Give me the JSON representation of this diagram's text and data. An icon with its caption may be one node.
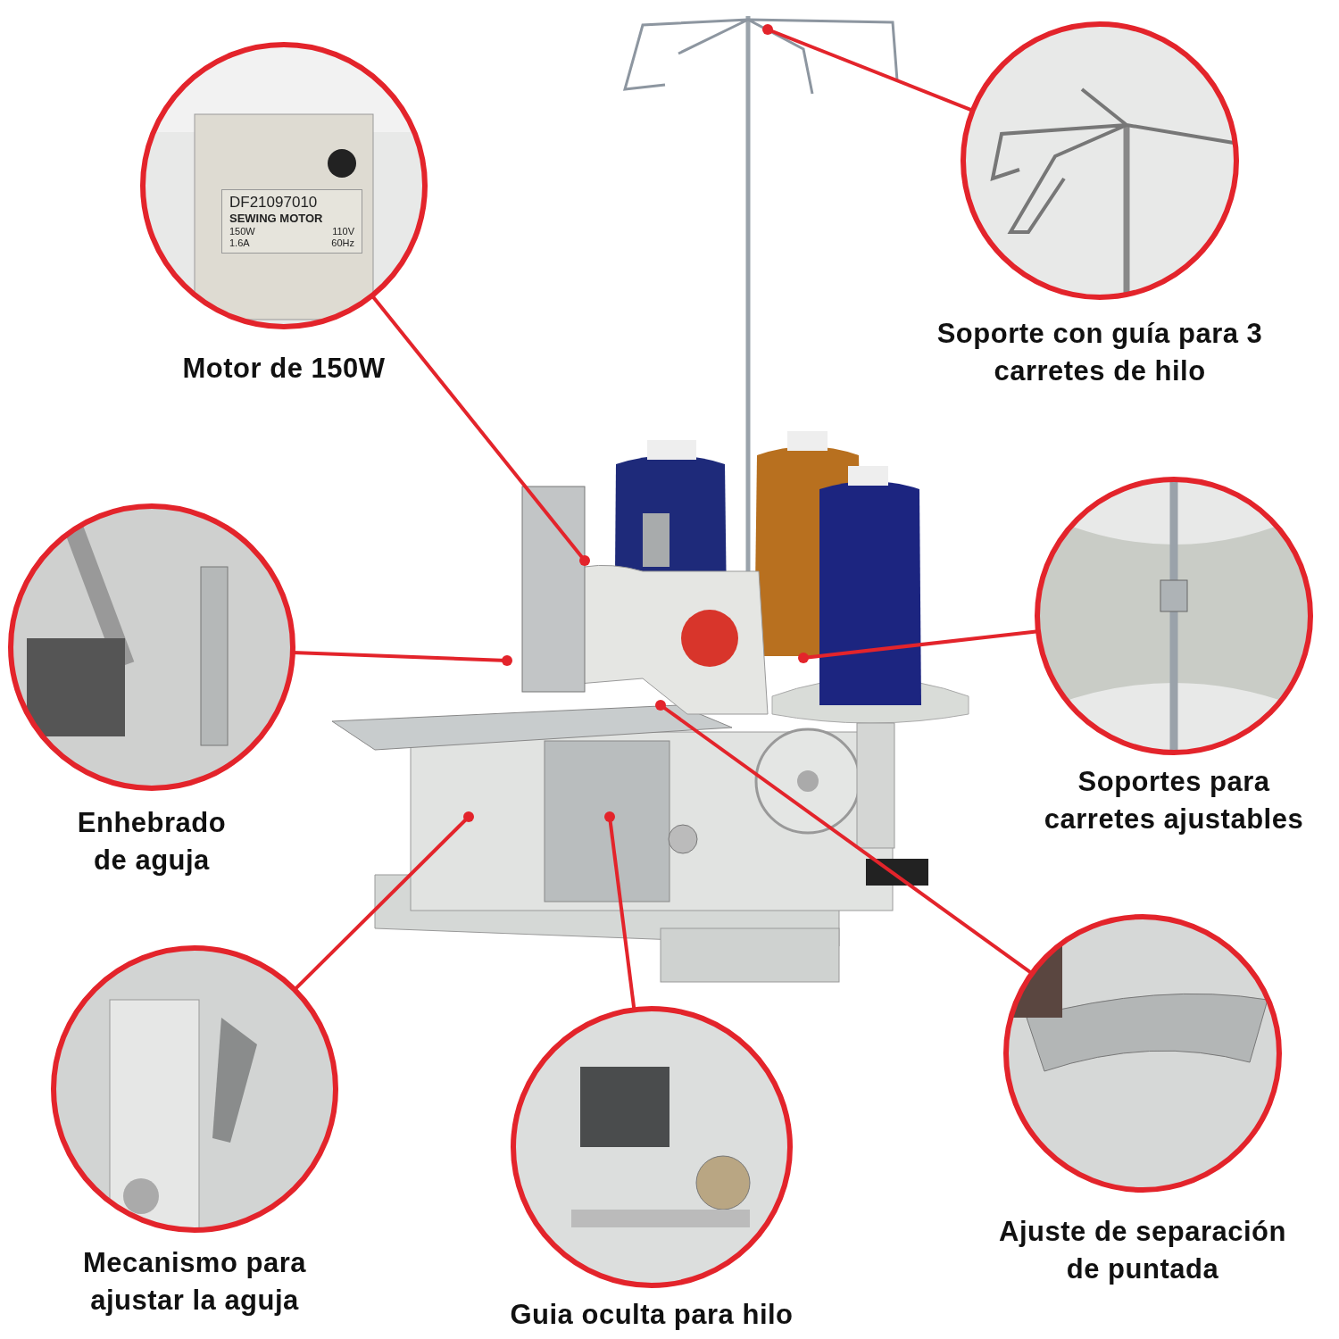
{
  "diagram": {
    "nodes": [
      {
        "text": [],
        "shape": "picture"
      },
      {
        "text": [
          "Motor de 150W"
        ]
      },
      {
        "text": [
          "Soporte con guía para 3 carretes de hilo"
        ]
      },
      {
        "text": [
          "Enhebrado de aguja"
        ]
      },
      {
        "text": [
          "Soportes para carretes ajustables"
        ]
      },
      {
        "text": [
          "Ajuste de separación de puntada"
        ]
      },
      {
        "text": [
          "Mecanismo para ajustar la aguja"
        ]
      },
      {
        "text": [
          "Guia oculta para hilo"
        ]
      }
    ],
    "edges": [
      {
        "from": 1,
        "to": 0,
        "arrow": "other"
      },
      {
        "from": 2,
        "to": 0,
        "arrow": "other"
      },
      {
        "from": 3,
        "to": 0,
        "arrow": "other"
      },
      {
        "from": 4,
        "to": 0,
        "arrow": "other"
      },
      {
        "from": 5,
        "to": 0,
        "arrow": "other"
      },
      {
        "from": 6,
        "to": 0,
        "arrow": "other"
      },
      {
        "from": 7,
        "to": 0,
        "arrow": "other"
      }
    ],
    "labels": [
      "DF21097010",
      "SEWING MOTOR",
      "150W",
      "110V",
      "1.6A",
      "60Hz"
    ]
  }
}
